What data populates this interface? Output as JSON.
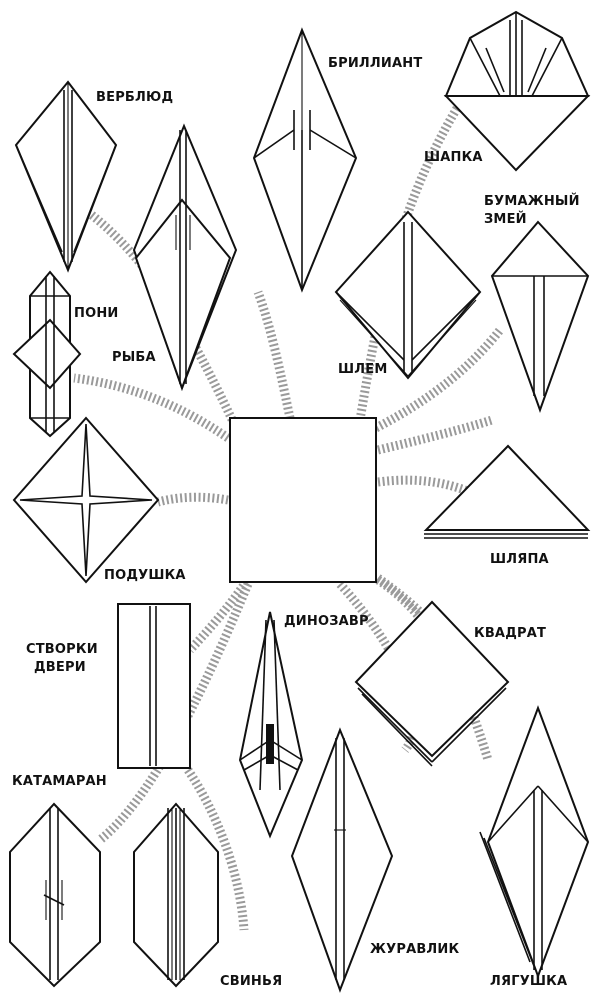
{
  "labels": {
    "verblyud": "ВЕРБЛЮД",
    "brilliant": "БРИЛЛИАНТ",
    "shapka": "ШАПКА",
    "zmey_line1": "БУМАЖНЫЙ",
    "zmey_line2": "ЗМЕЙ",
    "poni": "ПОНИ",
    "ryba": "РЫБА",
    "shlem": "ШЛЕМ",
    "podushka": "ПОДУШКА",
    "shlyapa": "ШЛЯПА",
    "stvorki_line1": "СТВОРКИ",
    "stvorki_line2": "ДВЕРИ",
    "dinozavr": "ДИНОЗАВР",
    "kvadrat": "КВАДРАТ",
    "katamaran": "КАТАМАРАН",
    "svinya": "СВИНЬЯ",
    "zhuravlik": "ЖУРАВЛИК",
    "lyagushka": "ЛЯГУШКА"
  },
  "colors": {
    "ink": "#111111",
    "ray": "#9a9a9a",
    "background": "#ffffff"
  }
}
